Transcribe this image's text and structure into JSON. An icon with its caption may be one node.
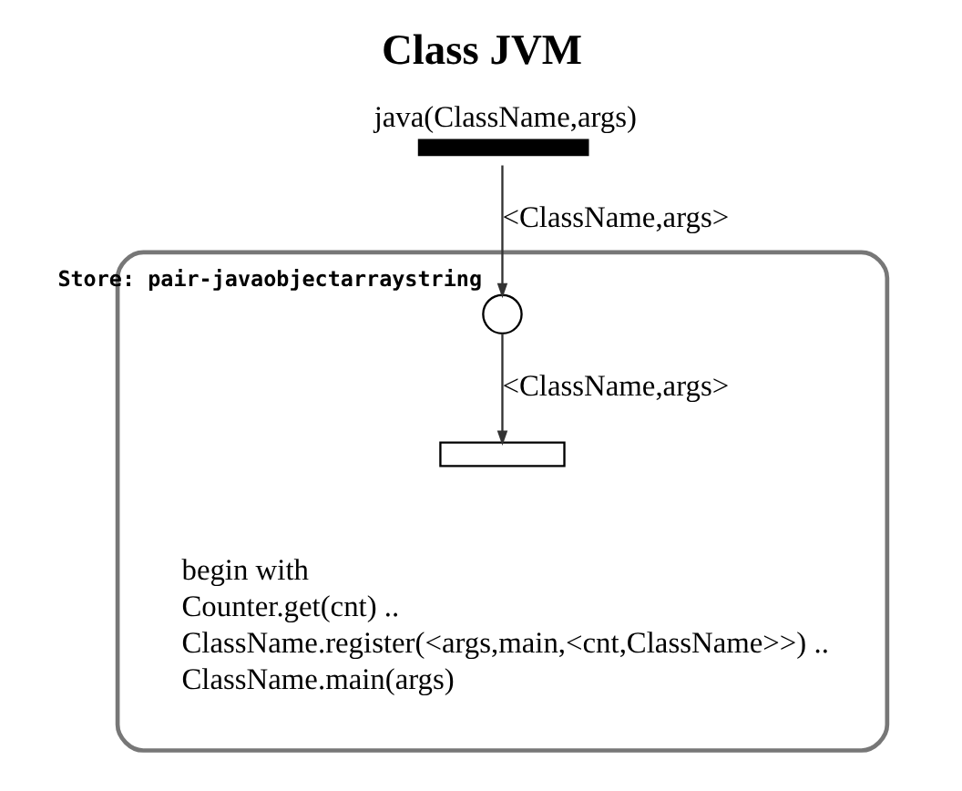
{
  "diagram": {
    "title": "Class JVM",
    "nodes": [
      {
        "text": [],
        "shape": "box"
      },
      {
        "text": [],
        "shape": "bar",
        "beside": [
          "java(ClassName,args)"
        ]
      },
      {
        "text": [],
        "shape": "circle",
        "in": 0,
        "beside": [
          "Store: pair-javaobjectarraystring"
        ]
      },
      {
        "text": [],
        "shape": "box",
        "in": 0
      }
    ],
    "edges": [
      {
        "from": 1,
        "to": 2,
        "arrow": "to",
        "label": "<ClassName,args>"
      },
      {
        "from": 2,
        "to": 3,
        "arrow": "to",
        "label": "<ClassName,args>"
      }
    ],
    "labels": [
      "begin with",
      "Counter.get(cnt) ..",
      "ClassName.register(<args,main,<cnt,ClassName>>) ..",
      "ClassName.main(args)"
    ]
  }
}
